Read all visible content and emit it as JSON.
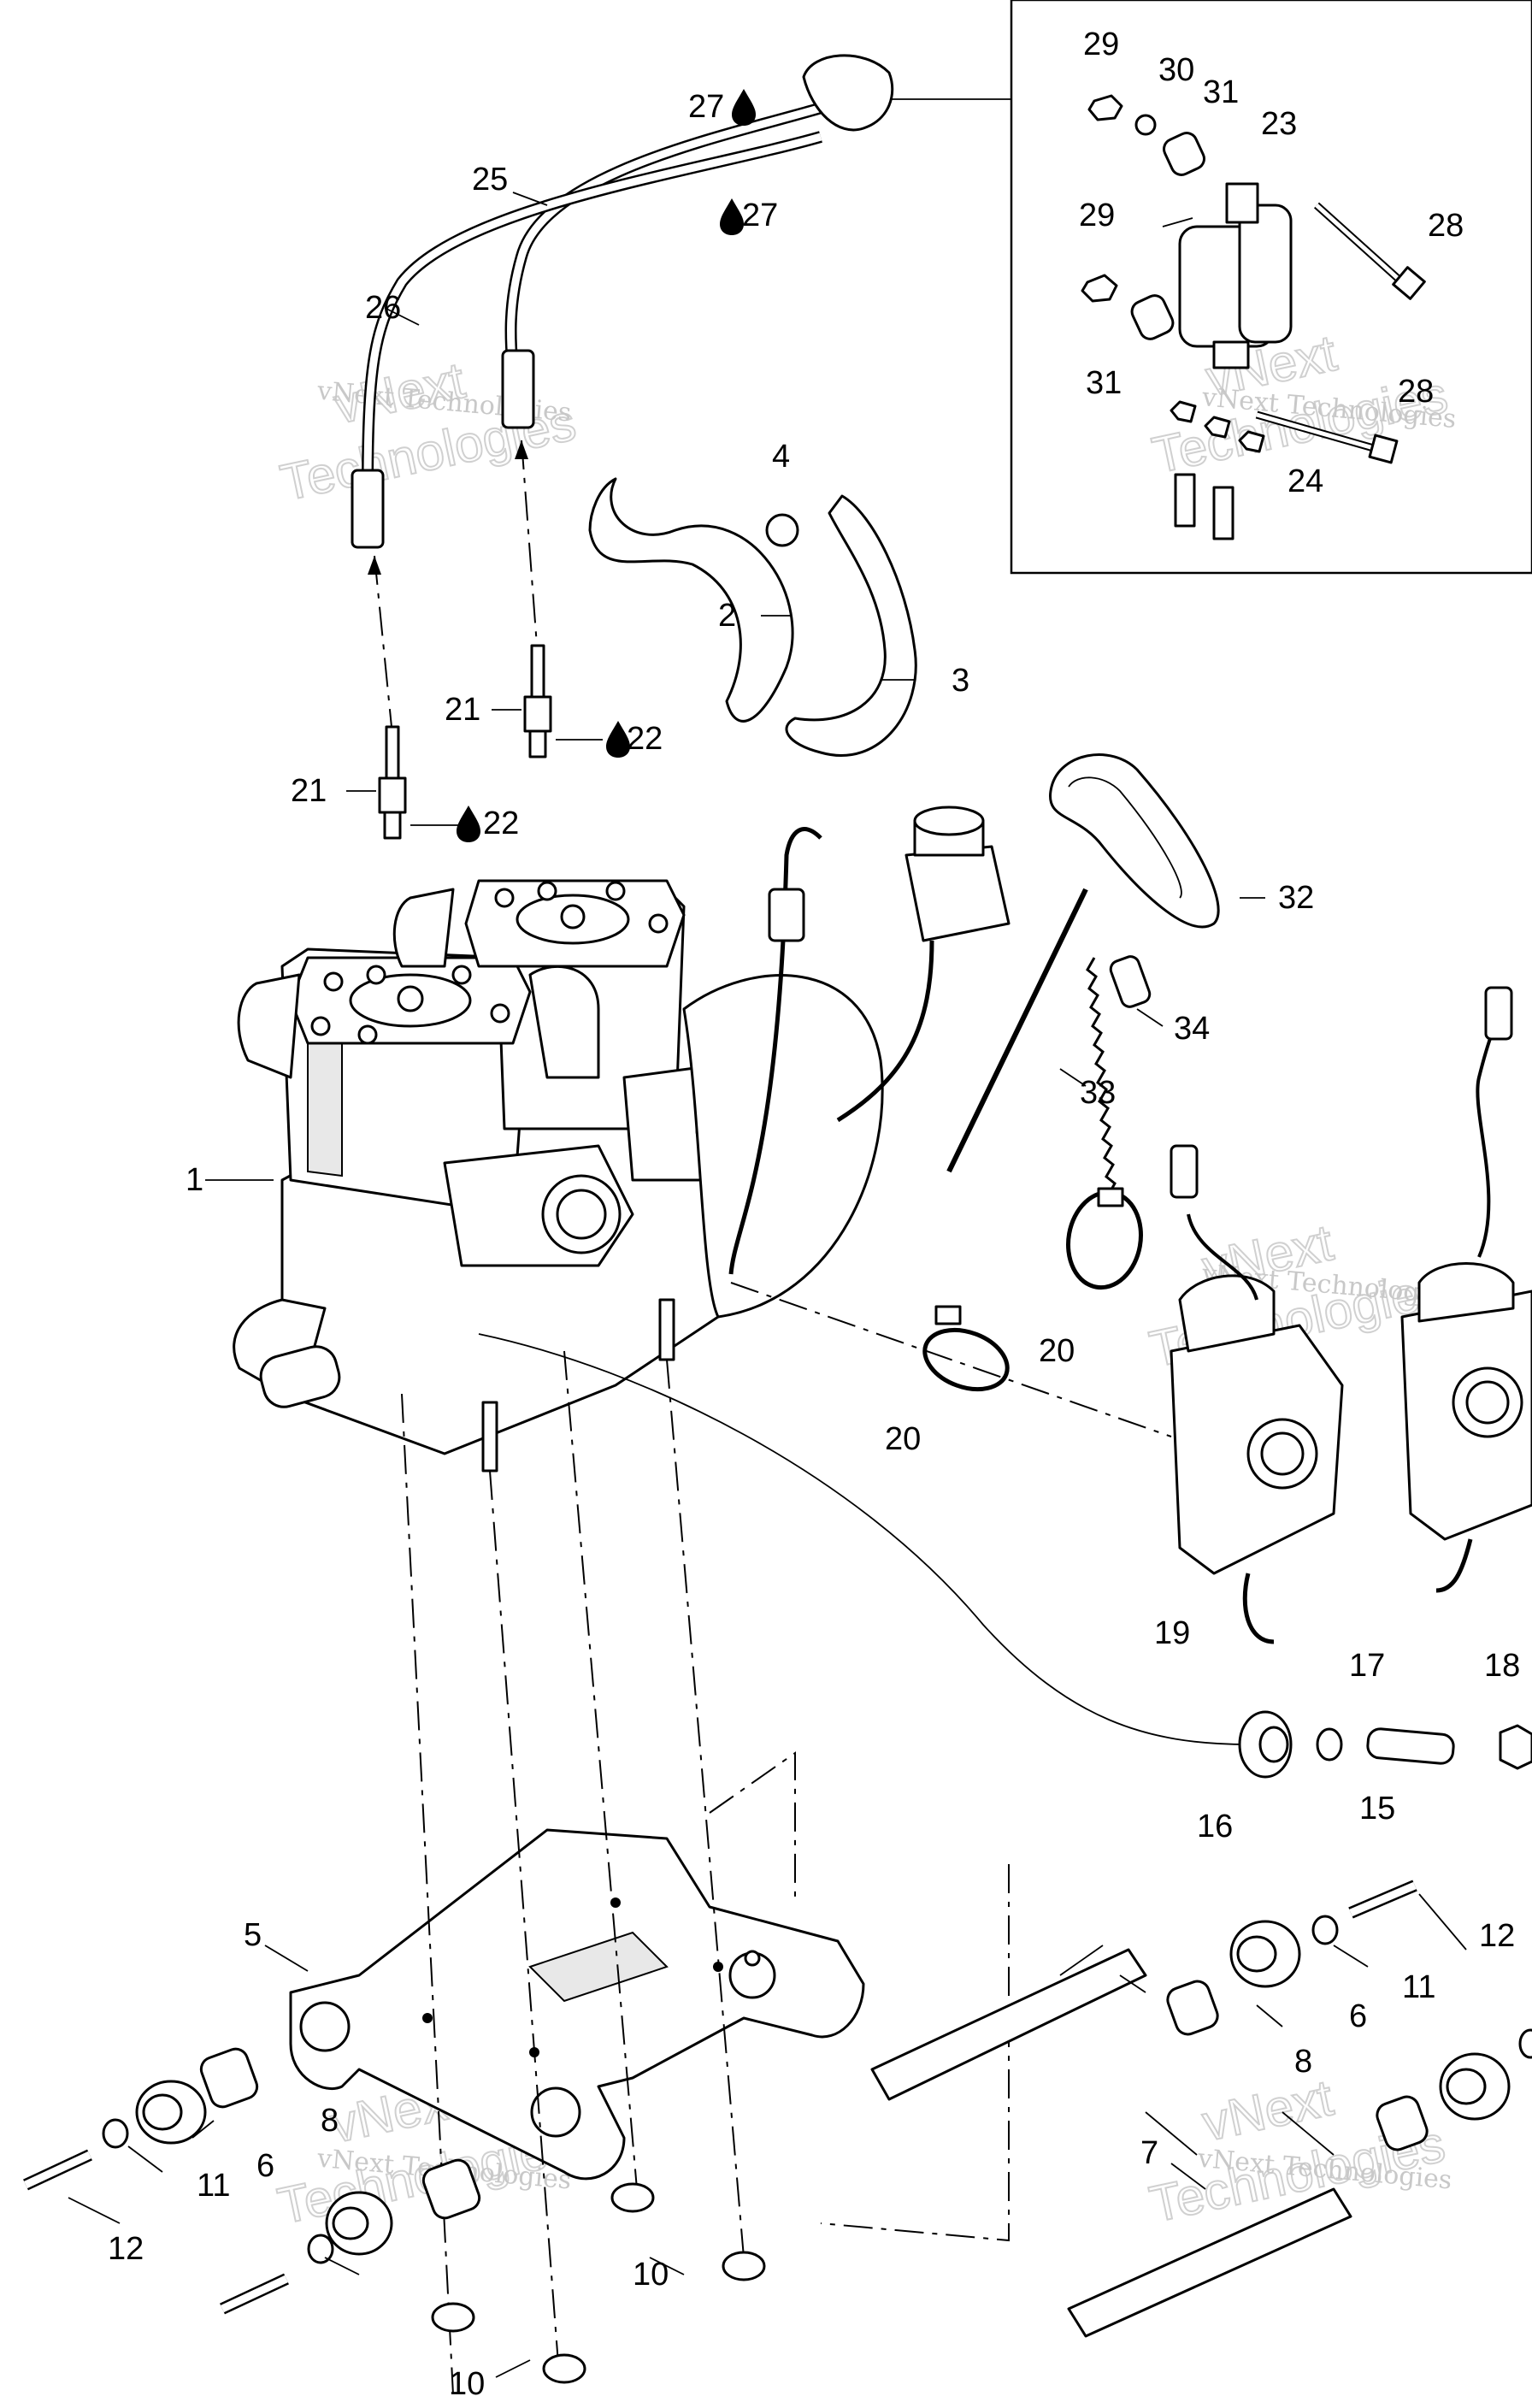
{
  "watermark": {
    "line1": "vNext Technologies",
    "line2": "vNext",
    "line3": "Technologies"
  },
  "callouts": {
    "n1": "1",
    "n2": "2",
    "n3": "3",
    "n4": "4",
    "n5": "5",
    "n6a": "6",
    "n6b": "6",
    "n7": "7",
    "n8a": "8",
    "n8b": "8",
    "n10a": "10",
    "n10b": "10",
    "n11a": "11",
    "n11b": "11",
    "n12a": "12",
    "n12b": "12",
    "n15": "15",
    "n16": "16",
    "n17": "17",
    "n18": "18",
    "n19": "19",
    "n20a": "20",
    "n20b": "20",
    "n21a": "21",
    "n21b": "21",
    "n22a": "22",
    "n22b": "22",
    "n23": "23",
    "n24": "24",
    "n25": "25",
    "n26": "26",
    "n27a": "27",
    "n27b": "27",
    "n28a": "28",
    "n28b": "28",
    "n29a": "29",
    "n29b": "29",
    "n30": "30",
    "n31a": "31",
    "n31b": "31",
    "n32": "32",
    "n33": "33",
    "n34": "34"
  },
  "icons": {
    "lubricant": "oil-drop-icon"
  }
}
